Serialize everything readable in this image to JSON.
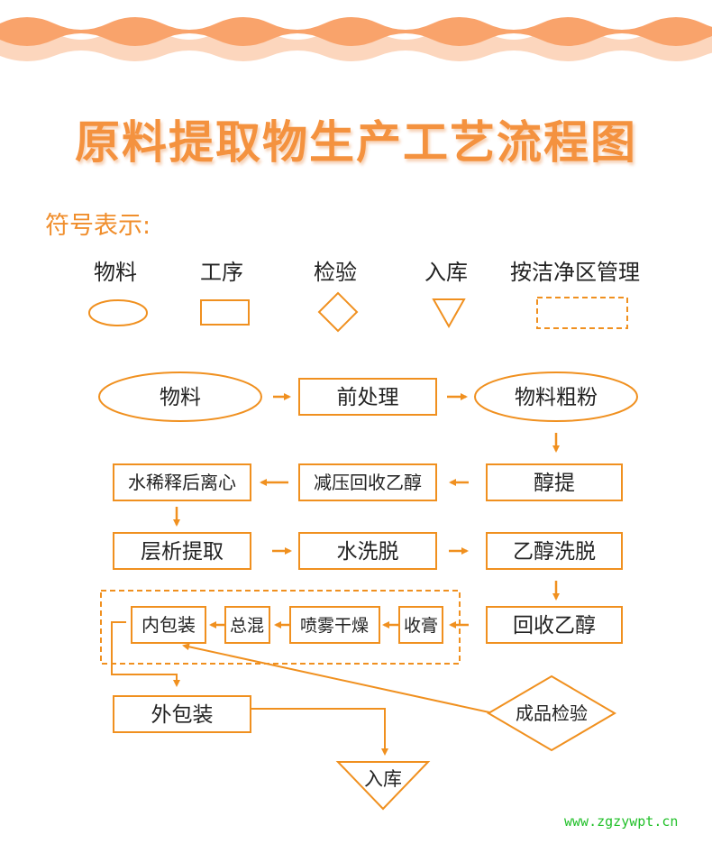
{
  "title": "原料提取物生产工艺流程图",
  "legend": {
    "heading": "符号表示:",
    "items": [
      {
        "label": "物料",
        "shape": "ellipse"
      },
      {
        "label": "工序",
        "shape": "rectangle"
      },
      {
        "label": "检验",
        "shape": "diamond"
      },
      {
        "label": "入库",
        "shape": "triangle"
      },
      {
        "label": "按洁净区管理",
        "shape": "dashed-rectangle"
      }
    ]
  },
  "nodes": {
    "material": "物料",
    "pretreatment": "前处理",
    "coarse_powder": "物料粗粉",
    "alcohol_extraction": "醇提",
    "vacuum_ethanol_recovery": "减压回收乙醇",
    "water_dilution_centrifuge": "水稀释后离心",
    "chromatography": "层析提取",
    "water_elution": "水洗脱",
    "ethanol_elution": "乙醇洗脱",
    "ethanol_recovery": "回收乙醇",
    "paste_collection": "收膏",
    "spray_drying": "喷雾干燥",
    "mixing": "总混",
    "inner_packaging": "内包装",
    "outer_packaging": "外包装",
    "product_inspection": "成品检验",
    "storage": "入库"
  },
  "colors": {
    "accent": "#f0901f",
    "title": "#f4923f",
    "text": "#222222",
    "wave_dark": "#f9a36b",
    "wave_light": "#fcd6bd",
    "watermark": "#22c02a"
  },
  "watermark": "www.zgzywpt.cn"
}
